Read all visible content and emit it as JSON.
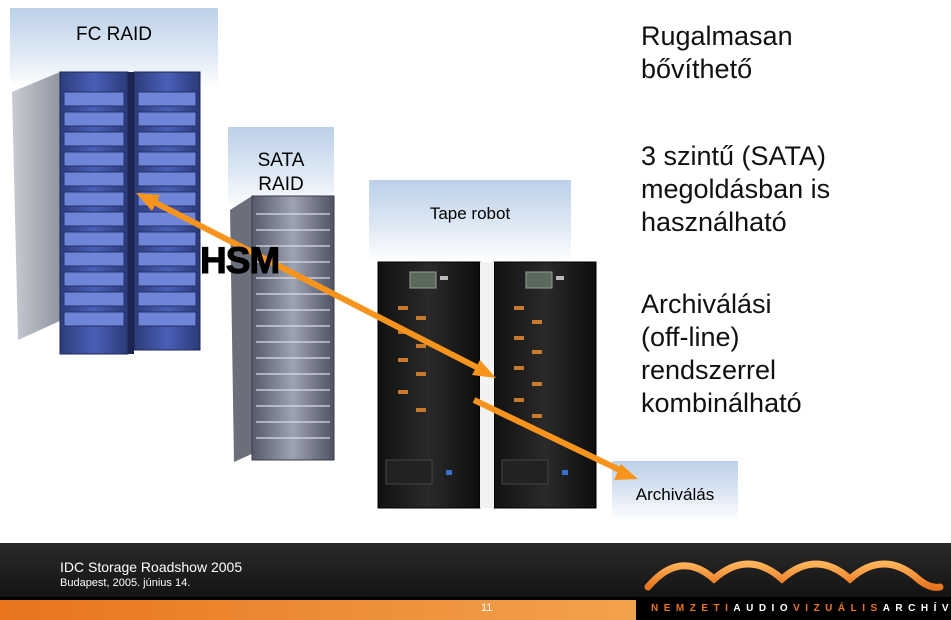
{
  "labels": {
    "fc_raid": "FC RAID",
    "sata_raid_line1": "SATA",
    "sata_raid_line2": "RAID",
    "tape_robot": "Tape robot",
    "hsm": "HSM",
    "archivalas": "Archiválás"
  },
  "right_text": {
    "line1": "Rugalmasan",
    "line2": "bővíthető",
    "line3": "3 szintű (SATA)",
    "line4": "megoldásban is",
    "line5": "használható",
    "line6": "Archiválási",
    "line7": "(off-line)",
    "line8": "rendszerrel",
    "line9": "kombinálható"
  },
  "footer": {
    "event": "IDC Storage Roadshow 2005",
    "date": "Budapest, 2005. június 14.",
    "page_number": "11",
    "org_name_part1": "NEMZETI",
    "org_name_part2": "AUDIO",
    "org_name_part3": "VIZUÁLIS",
    "org_name_part4": "ARCHÍVUM"
  },
  "colors": {
    "arrow": "#f7941d",
    "accent_orange": "#e8741e",
    "label_gradient_top": "#bcd0e8"
  }
}
